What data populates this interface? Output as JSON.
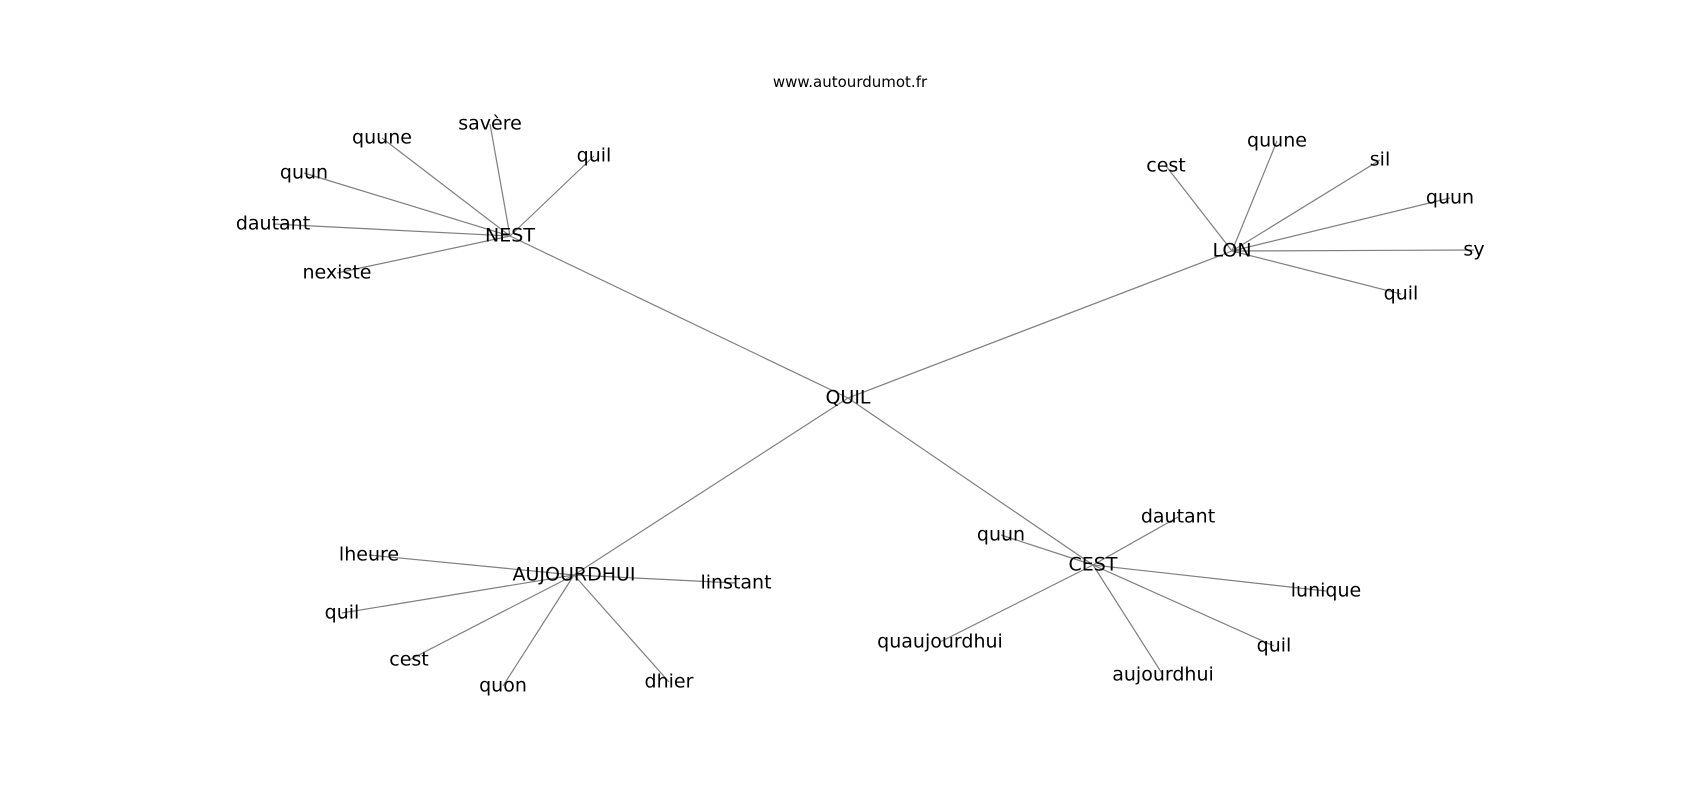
{
  "site_label": "www.autourdumot.fr",
  "styles": {
    "edge_color": "#7f7f7f",
    "text_color": "#000000"
  },
  "center": {
    "id": "root",
    "label": "QUIL"
  },
  "hubs": [
    {
      "id": "nest",
      "label": "NEST",
      "leaves": [
        "savère",
        "quil",
        "quune",
        "quun",
        "dautant",
        "nexiste"
      ]
    },
    {
      "id": "lon",
      "label": "LON",
      "leaves": [
        "quune",
        "sil",
        "cest",
        "quun",
        "sy",
        "quil"
      ]
    },
    {
      "id": "aujourdhui",
      "label": "AUJOURDHUI",
      "leaves": [
        "lheure",
        "linstant",
        "quil",
        "cest",
        "quon",
        "dhier"
      ]
    },
    {
      "id": "cest",
      "label": "CEST",
      "leaves": [
        "dautant",
        "quun",
        "lunique",
        "quaujourdhui",
        "quil",
        "aujourdhui"
      ]
    }
  ]
}
